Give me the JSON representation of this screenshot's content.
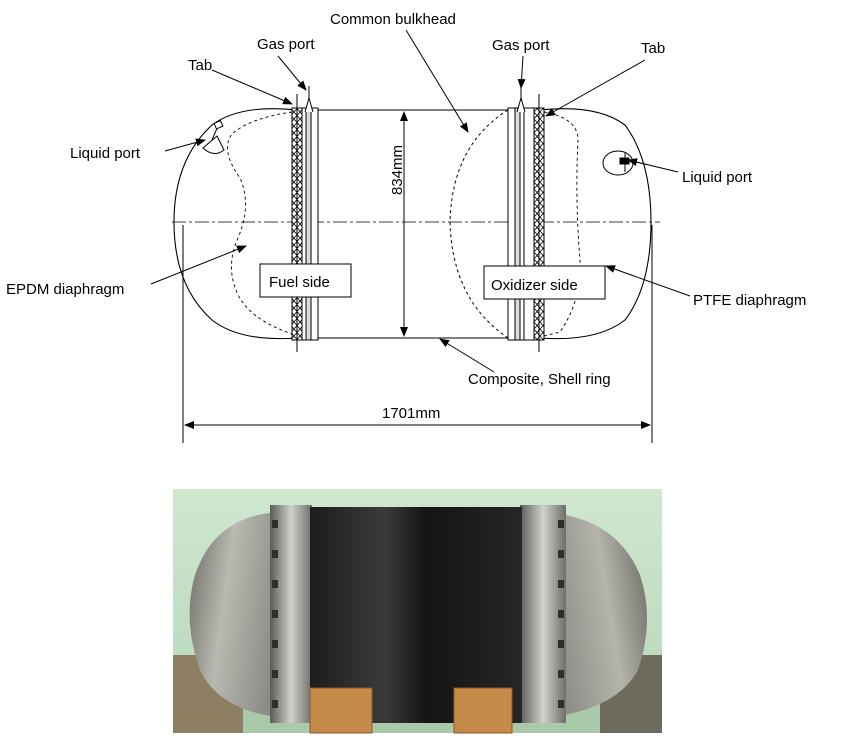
{
  "diagram": {
    "labels": {
      "common_bulkhead": "Common bulkhead",
      "gas_port_left": "Gas port",
      "gas_port_right": "Gas port",
      "tab_left": "Tab",
      "tab_right": "Tab",
      "liquid_port_left": "Liquid port",
      "liquid_port_right": "Liquid port",
      "epdm_diaphragm": "EPDM diaphragm",
      "ptfe_diaphragm": "PTFE diaphragm",
      "fuel_side": "Fuel side",
      "oxidizer_side": "Oxidizer side",
      "composite_shell_ring": "Composite, Shell ring",
      "height_dimension": "834mm",
      "length_dimension": "1701mm"
    }
  },
  "photo": {
    "subject": "tank-photograph"
  }
}
